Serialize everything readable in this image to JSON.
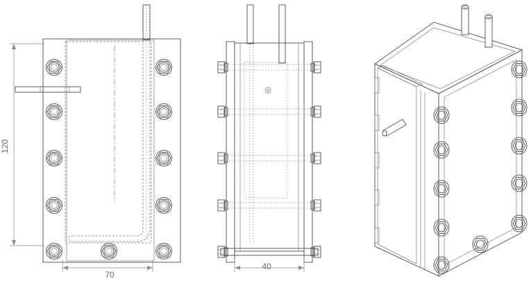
{
  "labels": {
    "height_dim": "120",
    "front_width_dim": "70",
    "side_width_dim": "40"
  }
}
